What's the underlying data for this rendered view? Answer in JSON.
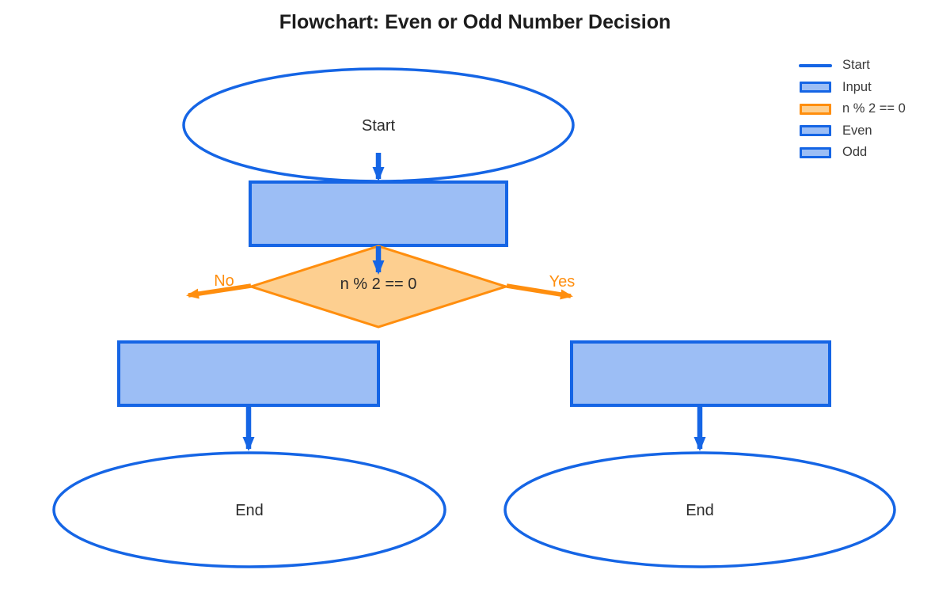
{
  "title": "Flowchart: Even or Odd Number Decision",
  "colors": {
    "blue_edge": "#1565e5",
    "blue_fill": "#9cbef5",
    "orange_edge": "#ff8e0e",
    "orange_fill": "#fdcf90",
    "node_text": "#2b2b2b",
    "title_text": "#1c1c1c",
    "white": "#ffffff"
  },
  "nodes": {
    "start": {
      "shape": "ellipse",
      "label": "Start"
    },
    "input": {
      "shape": "rect",
      "label": ""
    },
    "decision": {
      "shape": "diamond",
      "label": "n % 2 == 0"
    },
    "even": {
      "shape": "rect",
      "label": ""
    },
    "odd": {
      "shape": "rect",
      "label": ""
    },
    "end_left": {
      "shape": "ellipse",
      "label": "End"
    },
    "end_right": {
      "shape": "ellipse",
      "label": "End"
    }
  },
  "edges": {
    "no_label": "No",
    "yes_label": "Yes"
  },
  "legend": {
    "items": [
      {
        "label": "Start",
        "swatch": "line",
        "color": "blue"
      },
      {
        "label": "Input",
        "swatch": "rect",
        "color": "blue"
      },
      {
        "label": "n % 2 == 0",
        "swatch": "rect",
        "color": "orange"
      },
      {
        "label": "Even",
        "swatch": "rect",
        "color": "blue"
      },
      {
        "label": "Odd",
        "swatch": "rect",
        "color": "blue"
      }
    ]
  }
}
